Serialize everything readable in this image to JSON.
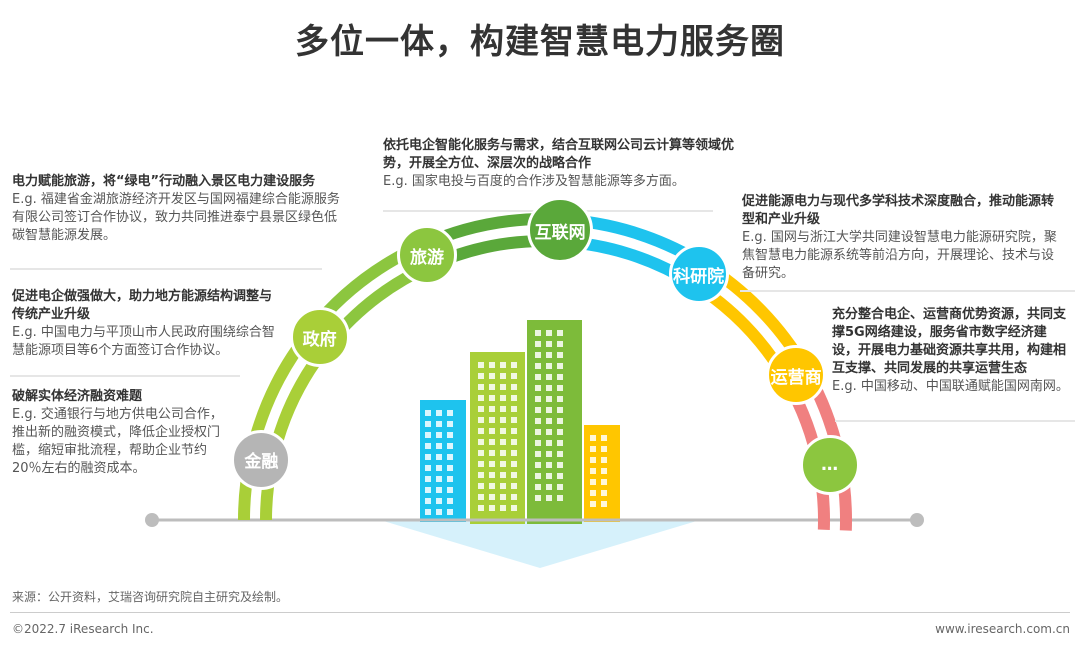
{
  "title": "多位一体，构建智慧电力服务圈",
  "blocks": [
    {
      "h": "电力赋能旅游，将“绿电”行动融入景区电力建设服务",
      "e": "E.g. 福建省金湖旅游经济开发区与国网福建综合能源服务有限公司签订合作协议，致力共同推进泰宁县景区绿色低碳智慧能源发展。"
    },
    {
      "h": "促进电企做强做大，助力地方能源结构调整与传统产业升级",
      "e": "E.g. 中国电力与平顶山市人民政府围绕综合智慧能源项目等6个方面签订合作协议。"
    },
    {
      "h": "破解实体经济融资难题",
      "e": "E.g. 交通银行与地方供电公司合作，推出新的融资模式，降低企业授权门槛，缩短审批流程，帮助企业节约20％左右的融资成本。"
    },
    {
      "h": "依托电企智能化服务与需求，结合互联网公司云计算等领域优势，开展全方位、深层次的战略合作",
      "e": "E.g. 国家电投与百度的合作涉及智慧能源等多方面。"
    },
    {
      "h": "促进能源电力与现代多学科技术深度融合，推动能源转型和产业升级",
      "e": "E.g. 国网与浙江大学共同建设智慧电力能源研究院，聚焦智慧电力能源系统等前沿方向，开展理论、技术与设备研究。"
    },
    {
      "h": "充分整合电企、运营商优势资源，共同支撑5G网络建设，服务省市数字经济建设，开展电力基础资源共享共用，构建相互支撑、共同发展的共享运营生态",
      "e": "E.g. 中国移动、中国联通赋能国网南网。"
    }
  ],
  "nodes": [
    {
      "label": "金融",
      "color": "#b5b5b5"
    },
    {
      "label": "政府",
      "color": "#a9cf38"
    },
    {
      "label": "旅游",
      "color": "#8cc63f"
    },
    {
      "label": "互联网",
      "color": "#5aa83a"
    },
    {
      "label": "科研院",
      "color": "#1ec3ee"
    },
    {
      "label": "运营商",
      "color": "#ffc600"
    },
    {
      "label": "…",
      "color": "#8cc63f"
    }
  ],
  "footer": {
    "source": "来源：公开资料，艾瑞咨询研究院自主研究及绘制。",
    "copyright": "©2022.7 iResearch Inc.",
    "site": "www.iresearch.com.cn"
  }
}
